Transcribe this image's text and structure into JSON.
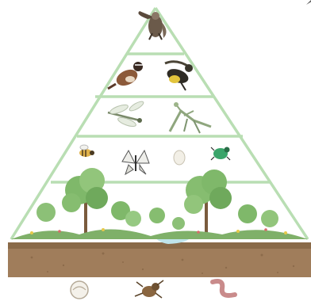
{
  "title": "",
  "colors": {
    "pyramid_line": "#b9deb3",
    "soil": "#a07d5b",
    "soil_dark": "#7d5d3f",
    "grass": "#7fb069",
    "tree": "#6fa95c",
    "water": "#bfe4ea",
    "hawk": "#6b5a4a",
    "songbird": "#8c5a3a",
    "finch": "#2e2b24",
    "yellow": "#e2c43c",
    "insect": "#8fa67e",
    "beetle": "#3aa46a",
    "worm": "#c98b8b"
  },
  "levels": [
    {
      "level": "apex",
      "organisms": [
        "hawk-icon"
      ]
    },
    {
      "level": "tertiary",
      "organisms": [
        "sparrow-icon",
        "finch-icon"
      ]
    },
    {
      "level": "secondary",
      "organisms": [
        "dragonfly-icon",
        "mantis-icon"
      ]
    },
    {
      "level": "primary",
      "organisms": [
        "bee-icon",
        "butterfly-icon",
        "cocoon-icon",
        "beetle-icon"
      ]
    },
    {
      "level": "producers",
      "organisms": [
        "trees-icon",
        "shrubs-icon",
        "grass-icon"
      ]
    }
  ],
  "decomposers": [
    "grub-icon",
    "spider-icon",
    "earthworm-icon"
  ]
}
